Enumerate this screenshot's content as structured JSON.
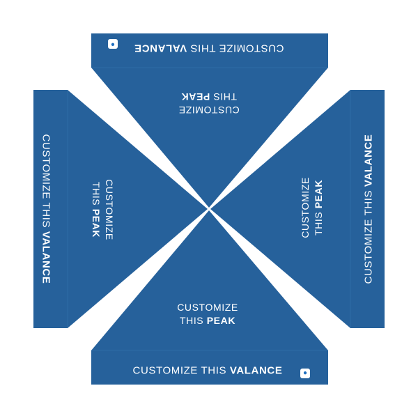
{
  "colors": {
    "panel": "#26619b",
    "background": "#ffffff"
  },
  "top_valance": {
    "prefix": "CUSTOMIZE THIS ",
    "emphasis": "VALANCE"
  },
  "bottom_valance": {
    "prefix": "CUSTOMIZE THIS ",
    "emphasis": "VALANCE"
  },
  "left_valance": {
    "prefix": "CUSTOMIZE THIS ",
    "emphasis": "VALANCE"
  },
  "right_valance": {
    "prefix": "CUSTOMIZE THIS ",
    "emphasis": "VALANCE"
  },
  "top_peak": {
    "line1": "CUSTOMIZE",
    "line2_prefix": "THIS ",
    "line2_emphasis": "PEAK"
  },
  "bottom_peak": {
    "line1": "CUSTOMIZE",
    "line2_prefix": "THIS ",
    "line2_emphasis": "PEAK"
  },
  "left_peak": {
    "line1": "CUSTOMIZE",
    "line2_prefix": "THIS ",
    "line2_emphasis": "PEAK"
  },
  "right_peak": {
    "line1": "CUSTOMIZE",
    "line2_prefix": "THIS ",
    "line2_emphasis": "PEAK"
  },
  "logo_icon": "brand-logo-icon"
}
